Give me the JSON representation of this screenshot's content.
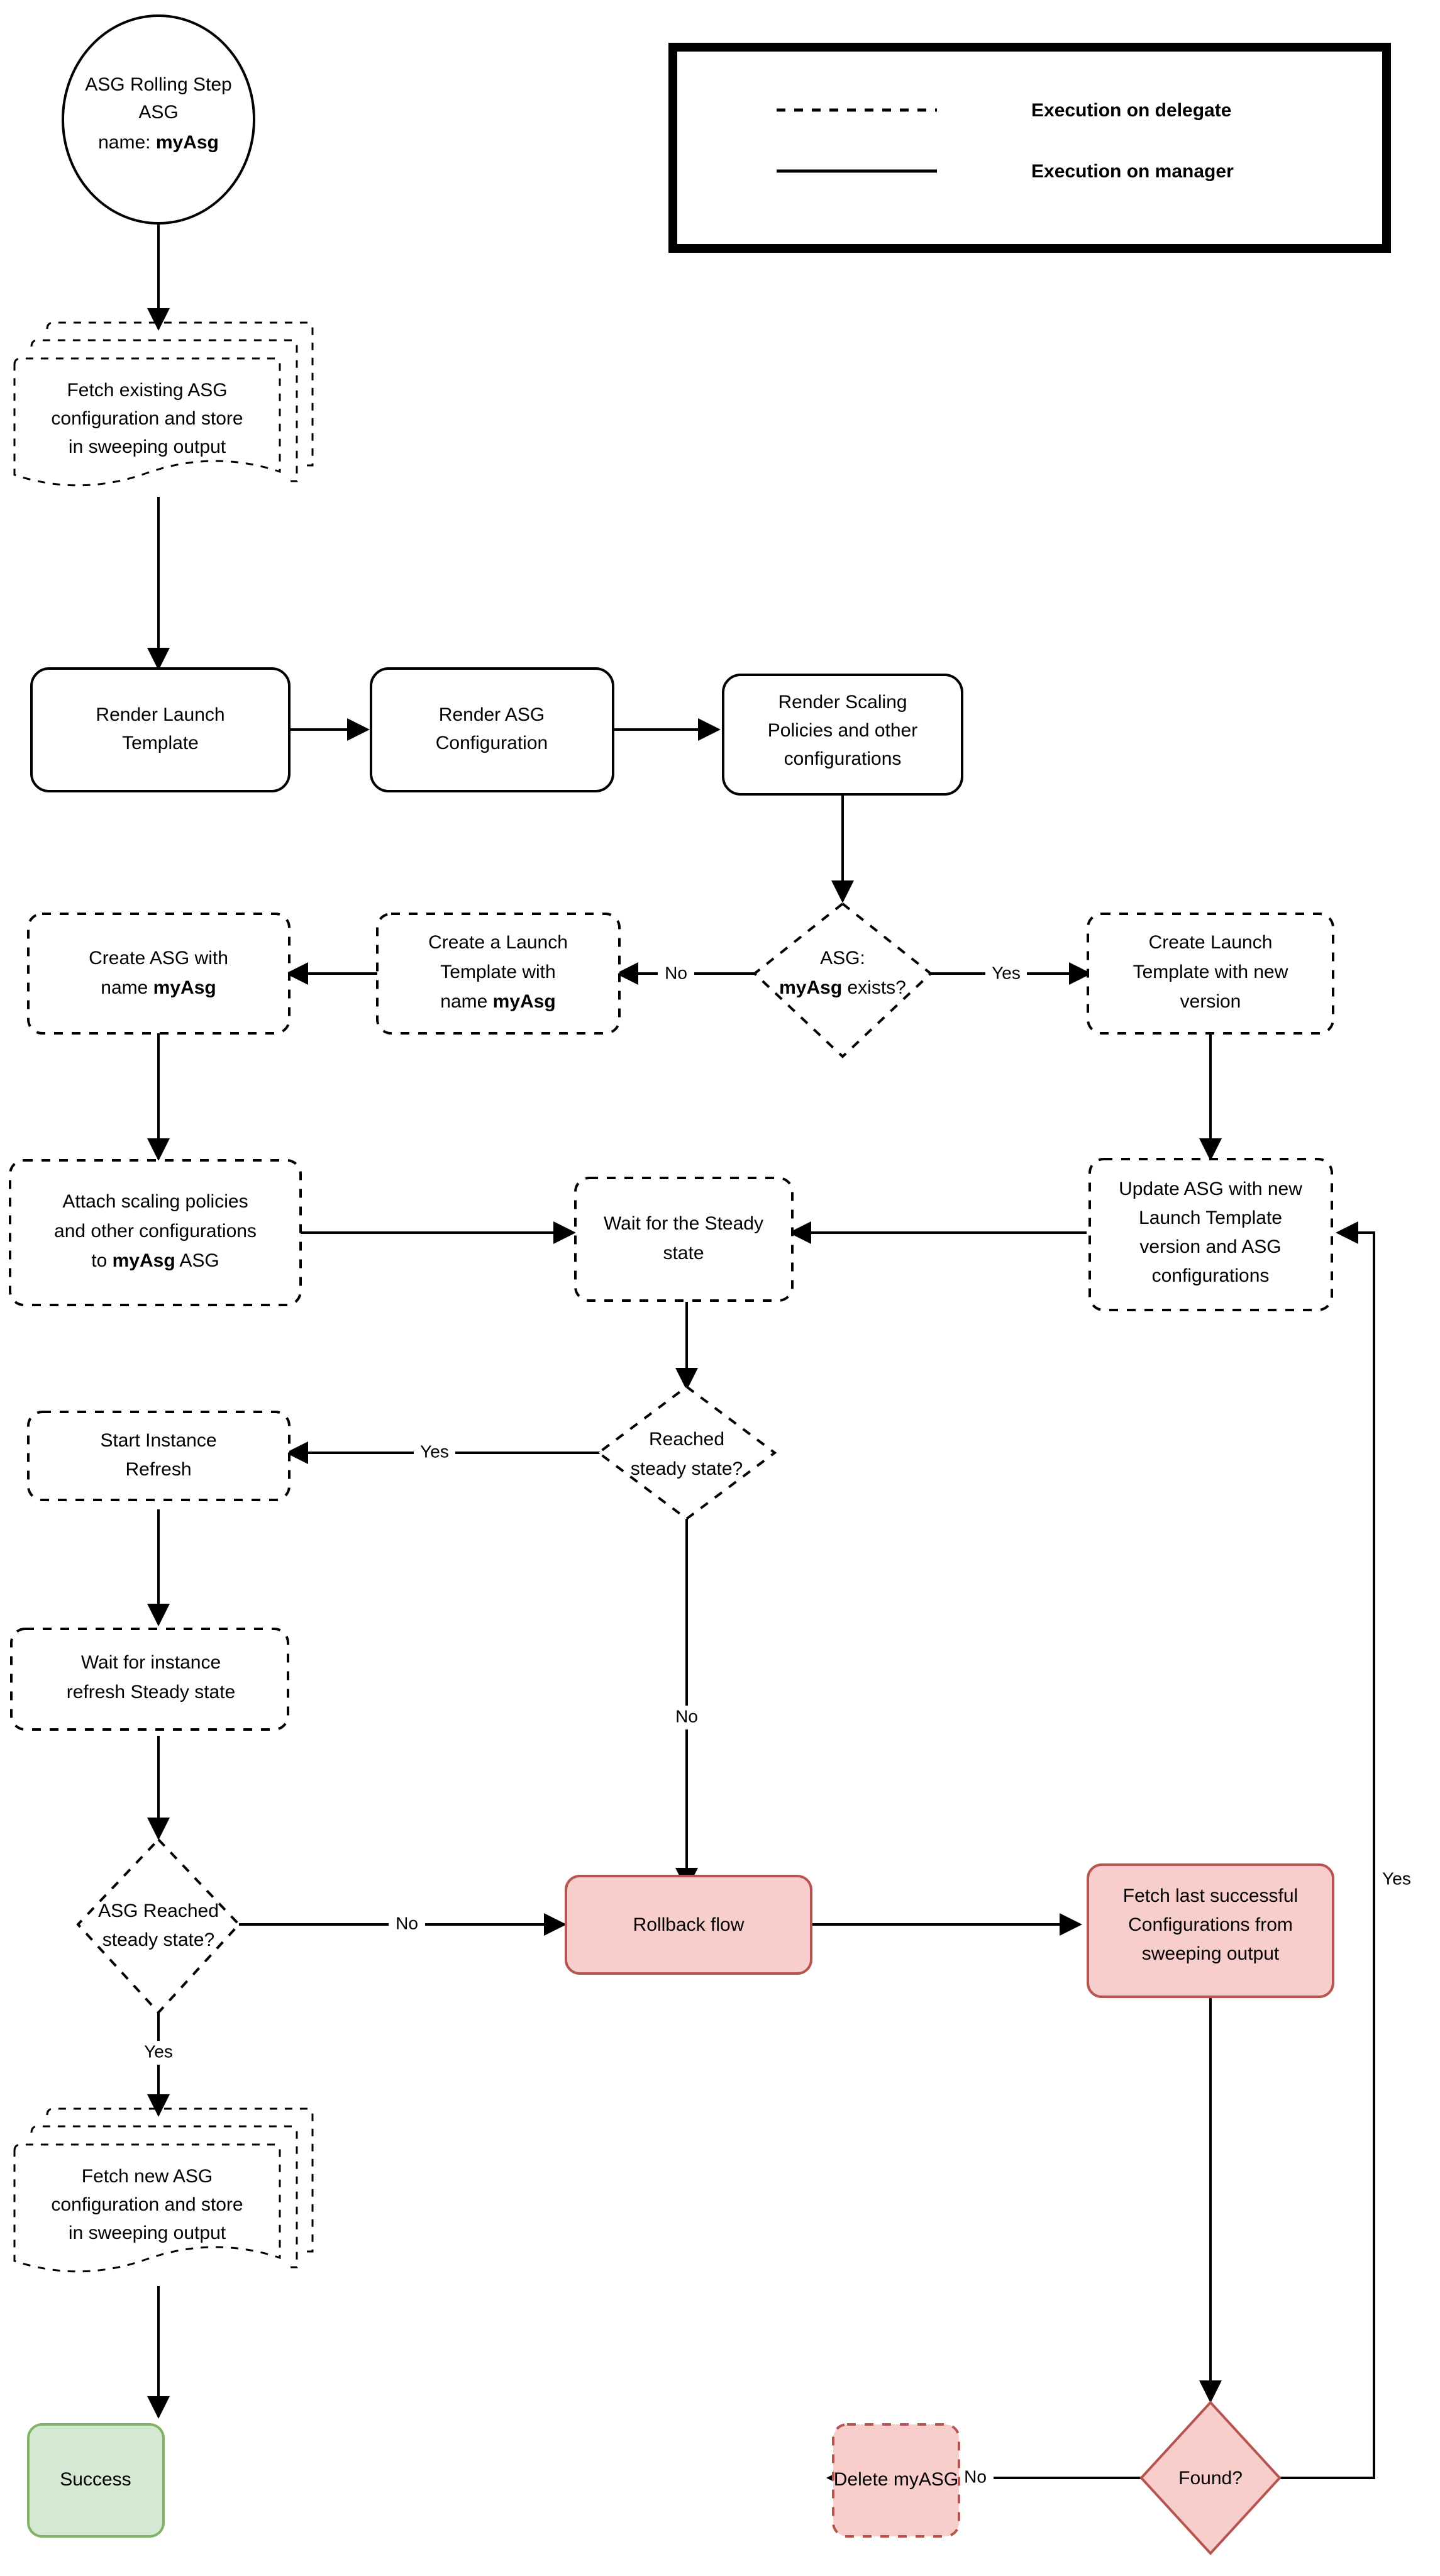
{
  "diagram": {
    "title": "ASG Rolling Step ASG Flowchart",
    "background": "#ffffff",
    "colors": {
      "red_fill": "#f8cecc",
      "red_stroke": "#b85450",
      "green_fill": "#d5e8d4",
      "green_stroke": "#82b366",
      "default_fill": "#ffffff",
      "default_stroke": "#000000"
    }
  },
  "legend": {
    "items": [
      {
        "line_style": "dashed",
        "label": "Execution on delegate"
      },
      {
        "line_style": "solid",
        "label": "Execution on manager"
      }
    ]
  },
  "nodes": {
    "start": {
      "shape": "ellipse",
      "style": "solid",
      "line1": "ASG Rolling Step",
      "line2": "ASG",
      "line3_prefix": "name: ",
      "line3_bold": "myAsg"
    },
    "fetch_existing": {
      "shape": "multi-document",
      "style": "dashed",
      "line1": "Fetch existing ASG",
      "line2": "configuration and store",
      "line3": "in sweeping output"
    },
    "render_launch_template": {
      "shape": "rounded-rect",
      "style": "solid",
      "line1": "Render Launch",
      "line2": "Template"
    },
    "render_asg_config": {
      "shape": "rounded-rect",
      "style": "solid",
      "line1": "Render ASG",
      "line2": "Configuration"
    },
    "render_scaling_policies": {
      "shape": "rounded-rect",
      "style": "solid",
      "line1": "Render Scaling",
      "line2": "Policies and other",
      "line3": "configurations"
    },
    "asg_exists_decision": {
      "shape": "diamond",
      "style": "dashed",
      "line1": "ASG:",
      "line2_bold": "myAsg",
      "line2_rest": " exists?"
    },
    "create_launch_template_name": {
      "shape": "rounded-rect",
      "style": "dashed",
      "line1": "Create a Launch",
      "line2": "Template with",
      "line3_prefix": "name ",
      "line3_bold": "myAsg"
    },
    "create_asg_with_name": {
      "shape": "rounded-rect",
      "style": "dashed",
      "line1": "Create ASG with",
      "line2_prefix": "name ",
      "line2_bold": "myAsg"
    },
    "create_launch_template_new_version": {
      "shape": "rounded-rect",
      "style": "dashed",
      "line1": "Create Launch",
      "line2": "Template with new",
      "line3": "version"
    },
    "attach_scaling_policies": {
      "shape": "rounded-rect",
      "style": "dashed",
      "line1": "Attach scaling policies",
      "line2": "and other configurations",
      "line3_prefix": "to ",
      "line3_bold": "myAsg",
      "line3_suffix": " ASG"
    },
    "wait_steady_state": {
      "shape": "rounded-rect",
      "style": "dashed",
      "line1": "Wait for the Steady",
      "line2": "state"
    },
    "update_asg": {
      "shape": "rounded-rect",
      "style": "dashed",
      "line1": "Update ASG with new",
      "line2": "Launch Template",
      "line3": "version and ASG",
      "line4": "configurations"
    },
    "reached_steady_state_decision": {
      "shape": "diamond",
      "style": "dashed",
      "line1": "Reached",
      "line2": "steady state?"
    },
    "start_instance_refresh": {
      "shape": "rounded-rect",
      "style": "dashed",
      "line1": "Start Instance",
      "line2": "Refresh"
    },
    "wait_instance_refresh": {
      "shape": "rounded-rect",
      "style": "dashed",
      "line1": "Wait for instance",
      "line2": "refresh Steady state"
    },
    "asg_reached_steady_decision": {
      "shape": "diamond",
      "style": "dashed",
      "line1": "ASG Reached",
      "line2": "steady state?"
    },
    "rollback_flow": {
      "shape": "rounded-rect",
      "style": "solid-red",
      "line1": "Rollback flow"
    },
    "fetch_last_successful": {
      "shape": "rounded-rect",
      "style": "solid-red",
      "line1": "Fetch last successful",
      "line2": "Configurations from",
      "line3": "sweeping output"
    },
    "fetch_new_asg": {
      "shape": "multi-document",
      "style": "dashed",
      "line1": "Fetch new ASG",
      "line2": "configuration and store",
      "line3": "in sweeping output"
    },
    "success": {
      "shape": "rounded-rect",
      "style": "solid-green",
      "line1": "Success"
    },
    "delete_myasg": {
      "shape": "rounded-rect",
      "style": "dashed-red",
      "line1": "Delete myASG"
    },
    "found_decision": {
      "shape": "diamond",
      "style": "solid-red",
      "line1": "Found?"
    }
  },
  "edge_labels": {
    "asg_exists_no": "No",
    "asg_exists_yes": "Yes",
    "reached_steady_yes": "Yes",
    "reached_steady_no": "No",
    "asg_reached_no": "No",
    "asg_reached_yes": "Yes",
    "found_no": "No",
    "found_yes": "Yes"
  }
}
